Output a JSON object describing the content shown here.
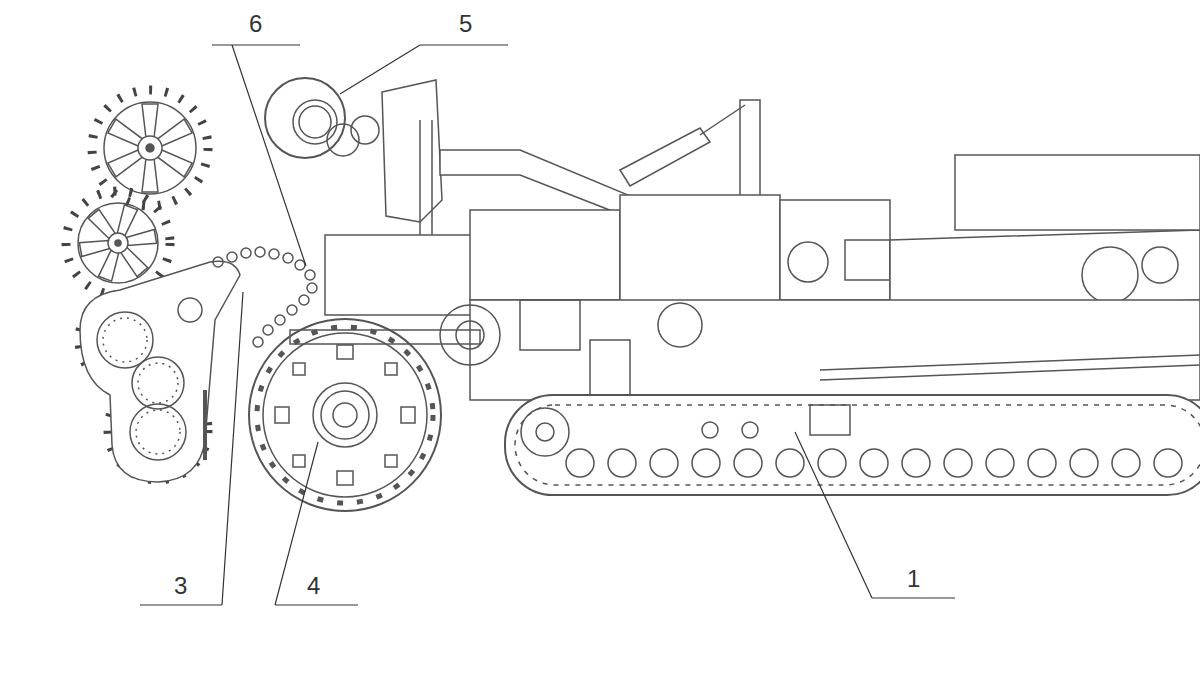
{
  "diagram": {
    "labels": [
      "6",
      "5",
      "3",
      "4",
      "1"
    ]
  }
}
